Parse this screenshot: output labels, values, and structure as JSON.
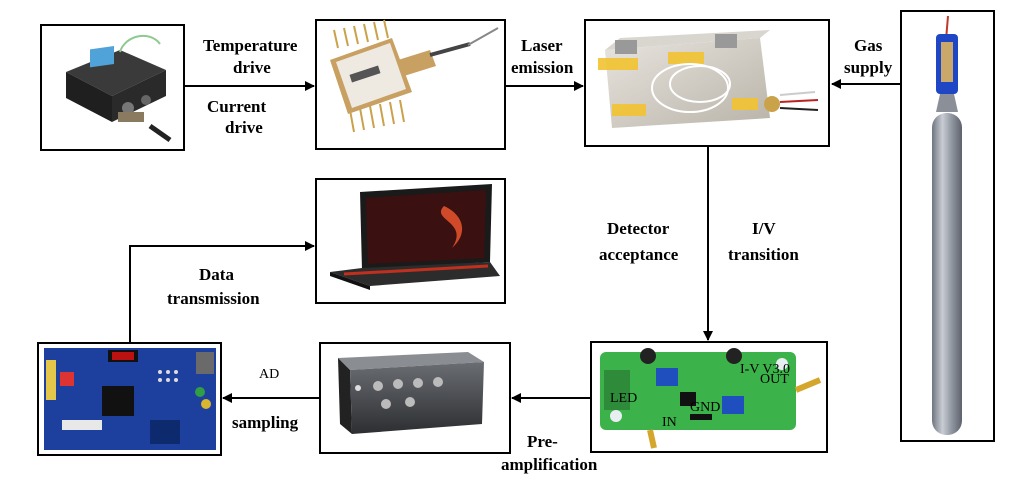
{
  "labels": {
    "temperature": "Temperature",
    "drive_a": "drive",
    "current": "Current",
    "drive_b": "drive",
    "laser": "Laser",
    "emission": "emission",
    "gas": "Gas",
    "supply": "supply",
    "detector": "Detector",
    "acceptance": "acceptance",
    "iv": "I/V",
    "transition": "transition",
    "data": "Data",
    "transmission": "transmission",
    "ad": "AD",
    "sampling": "sampling",
    "pre": "Pre-",
    "amplification": "amplification"
  },
  "components": {
    "driver": "laser-driver-module",
    "laser": "butterfly-laser-diode",
    "cell": "gas-cell",
    "cylinder": "gas-cylinder",
    "amp": "iv-amplifier-board",
    "box": "preamplifier-box",
    "fpga": "ad-sampling-board",
    "laptop": "laptop-computer"
  },
  "board_text": {
    "lv": "I-V V3.0",
    "gnd": "GND",
    "out": "OUT",
    "in": "IN",
    "led": "LED"
  }
}
